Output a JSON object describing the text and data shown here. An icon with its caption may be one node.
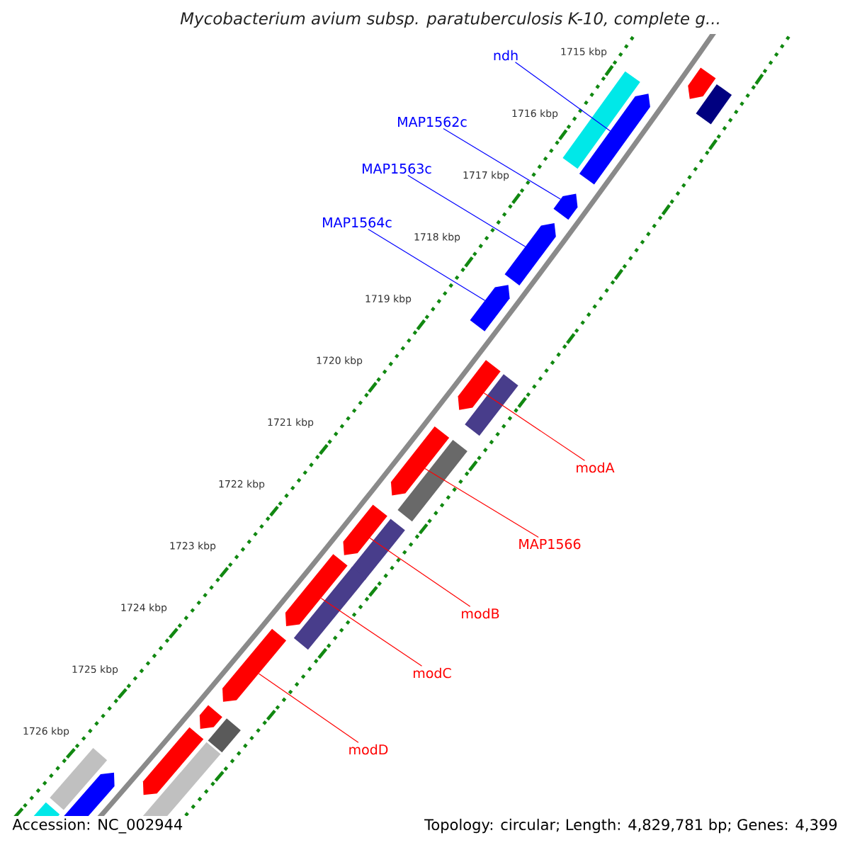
{
  "diagram": {
    "title": "Mycobacterium avium subsp. paratuberculosis K-10, complete g...",
    "nodes": [
      {
        "text": [
          "ndh"
        ]
      },
      {
        "text": [
          "MAP1562c"
        ]
      },
      {
        "text": [
          "MAP1563c"
        ]
      },
      {
        "text": [
          "MAP1564c"
        ]
      },
      {
        "text": [
          "modA"
        ]
      },
      {
        "text": [
          "MAP1566"
        ]
      },
      {
        "text": [
          "modB"
        ]
      },
      {
        "text": [
          "modC"
        ]
      },
      {
        "text": [
          "modD"
        ]
      },
      {
        "text": [],
        "shape": "bar"
      },
      {
        "text": [],
        "shape": "bar"
      },
      {
        "text": [],
        "shape": "bar"
      },
      {
        "text": [],
        "shape": "bar"
      },
      {
        "text": [],
        "shape": "bar"
      },
      {
        "text": [],
        "shape": "bar"
      },
      {
        "text": [],
        "shape": "bar"
      },
      {
        "text": [],
        "shape": "bar"
      },
      {
        "text": [],
        "shape": "bar"
      },
      {
        "text": [],
        "shape": "bar"
      },
      {
        "text": [],
        "shape": "bar"
      },
      {
        "text": [],
        "shape": "bar"
      },
      {
        "text": [],
        "shape": "bar"
      },
      {
        "text": [],
        "shape": "bar"
      },
      {
        "text": [],
        "shape": "bar"
      },
      {
        "text": [],
        "shape": "bar"
      },
      {
        "text": [],
        "shape": "bar"
      },
      {
        "text": [],
        "shape": "bar"
      },
      {
        "text": [],
        "shape": "bar"
      },
      {
        "text": [],
        "shape": "bar"
      },
      {
        "text": [],
        "shape": "bar"
      },
      {
        "text": [],
        "shape": "bar"
      },
      {
        "text": [],
        "shape": "bar"
      }
    ],
    "edges": [
      {
        "from": 0,
        "to": 9,
        "arrow": "none",
        "color": "#0000ff"
      },
      {
        "from": 1,
        "to": 10,
        "arrow": "none",
        "color": "#0000ff"
      },
      {
        "from": 2,
        "to": 11,
        "arrow": "none",
        "color": "#0000ff"
      },
      {
        "from": 3,
        "to": 12,
        "arrow": "none",
        "color": "#0000ff"
      },
      {
        "from": 4,
        "to": 13,
        "arrow": "none"
      },
      {
        "from": 5,
        "to": 14,
        "arrow": "none"
      },
      {
        "from": 6,
        "to": 15,
        "arrow": "none"
      },
      {
        "from": 7,
        "to": 16,
        "arrow": "none"
      },
      {
        "from": 8,
        "to": 17,
        "arrow": "none"
      }
    ],
    "labels": [
      "1715 kbp",
      "1716 kbp",
      "1717 kbp",
      "1718 kbp",
      "1719 kbp",
      "1720 kbp",
      "1721 kbp",
      "1722 kbp",
      "1723 kbp",
      "1724 kbp",
      "1725 kbp",
      "1726 kbp",
      "Accession: NC_002944",
      "Topology: circular; Length: 4,829,781 bp; Genes: 4,399"
    ]
  }
}
